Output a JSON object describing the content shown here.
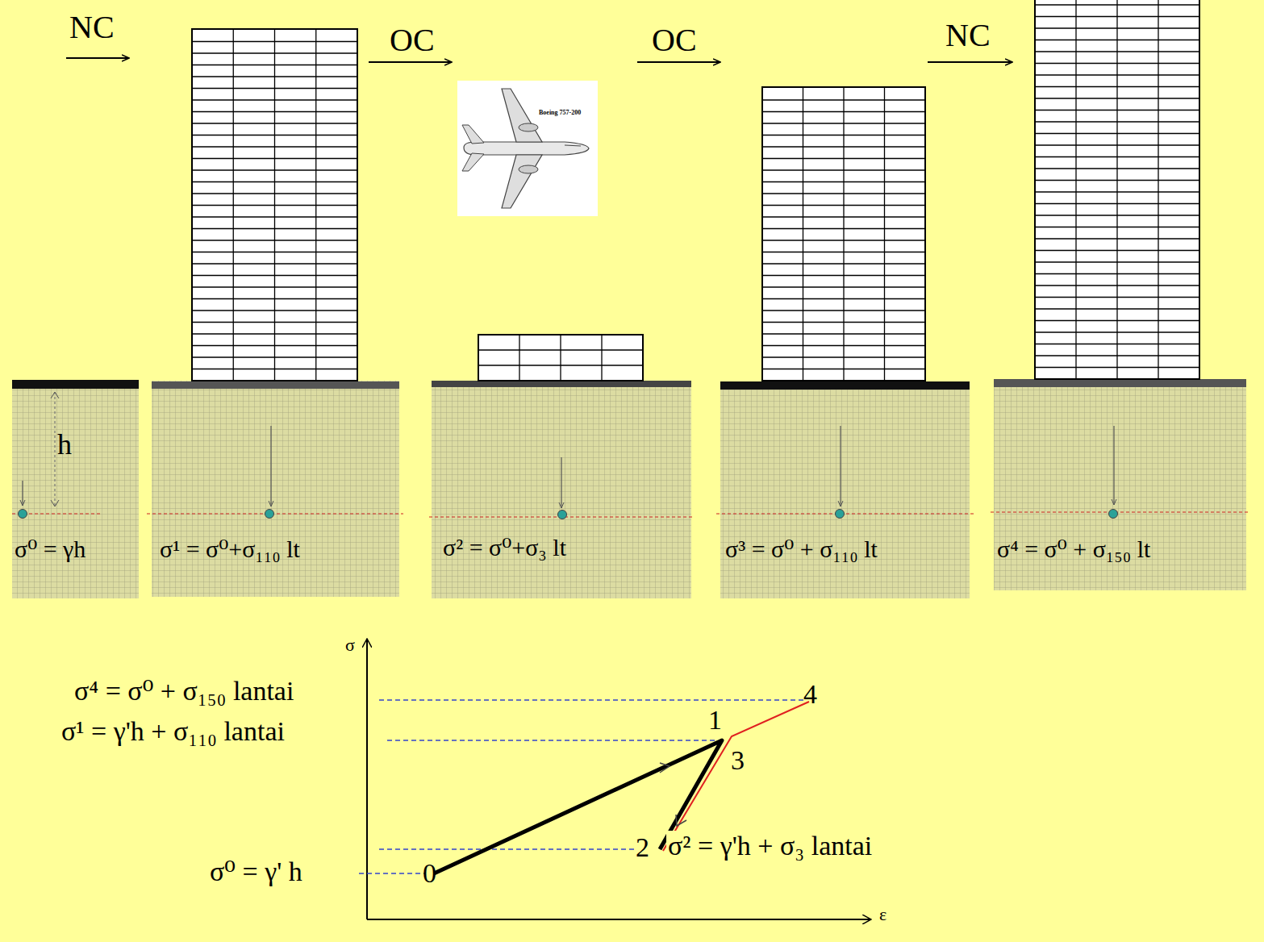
{
  "diagram": {
    "nodes": [
      {
        "text": [
          "h",
          "σ⁰ = γh"
        ]
      },
      {
        "text": [
          "σ¹ = σ⁰+σ₁₁₀ lt"
        ]
      },
      {
        "text": [
          "σ² = σ⁰+σ₃ lt"
        ]
      },
      {
        "text": [
          "σ³ = σ⁰ + σ₁₁₀ lt"
        ]
      },
      {
        "text": [
          "σ⁴ = σ⁰ + σ₁₅₀ lt"
        ]
      }
    ],
    "labels": [
      "NC",
      "OC",
      "OC",
      "NC",
      "Boeing 757-200",
      "σ",
      "ε",
      "σ⁴ = σ⁰ + σ₁₅₀ lantai",
      "σ¹ = γ'h + σ₁₁₀ lantai",
      "σ² = γ'h + σ₃ lantai",
      "σ⁰ = γ' h",
      "0",
      "1",
      "2",
      "3",
      "4"
    ]
  }
}
